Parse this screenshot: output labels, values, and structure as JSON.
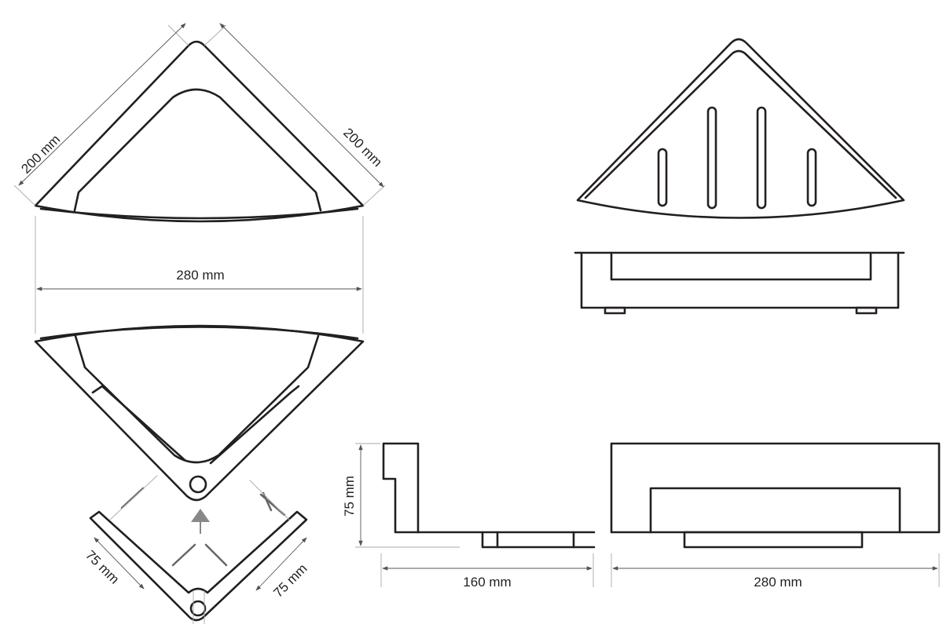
{
  "dimensions": {
    "top_left_side": "200 mm",
    "top_right_side": "200 mm",
    "width_top": "280 mm",
    "bracket_left": "75 mm",
    "bracket_right": "75 mm",
    "height": "75 mm",
    "depth": "160 mm",
    "width_front": "280 mm"
  },
  "colors": {
    "line": "#231f20",
    "arrow": "#888888"
  }
}
